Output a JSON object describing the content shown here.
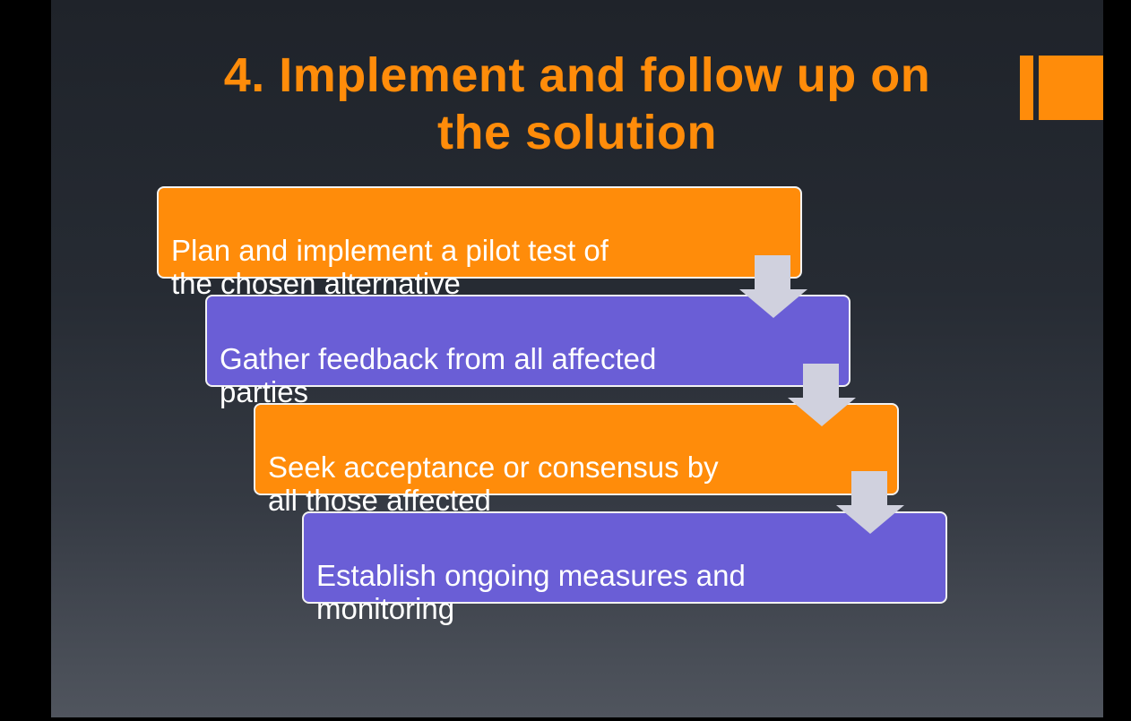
{
  "slide": {
    "title_line1": "4. Implement and follow up on",
    "title_line2": "the solution"
  },
  "steps": [
    {
      "text": "Plan and implement a pilot test of\nthe chosen alternative",
      "color": "#ff8c0a"
    },
    {
      "text": "Gather feedback from all affected\nparties",
      "color": "#6a5ed6"
    },
    {
      "text": "Seek acceptance or consensus by\nall those affected",
      "color": "#ff8c0a"
    },
    {
      "text": "Establish ongoing measures and\nmonitoring",
      "color": "#6a5ed6"
    }
  ],
  "theme": {
    "accent": "#ff8c0a",
    "secondary": "#6a5ed6",
    "arrow": "#d0d1de"
  }
}
